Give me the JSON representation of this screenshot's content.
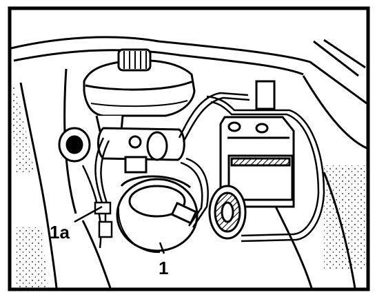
{
  "figure": {
    "callouts": [
      {
        "id": "1",
        "label": "1"
      },
      {
        "id": "1a",
        "label": "1a"
      }
    ]
  },
  "colors": {
    "ink": "#000000",
    "paper": "#ffffff"
  }
}
